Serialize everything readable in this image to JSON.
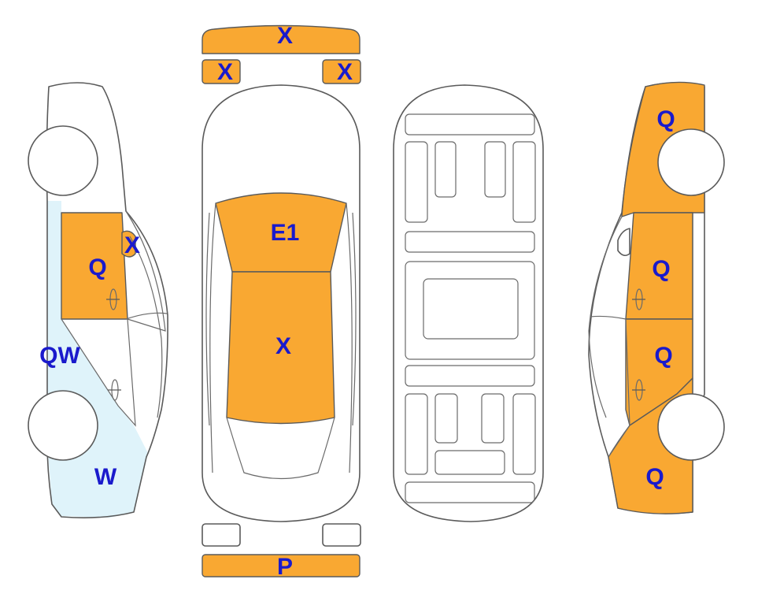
{
  "colors": {
    "damage": "#F9A832",
    "light_damage": "#DFF3FA",
    "label": "#1A1ACC",
    "outline": "#5A5A5A"
  },
  "labels": {
    "front_bumper": "X",
    "front_left_light": "X",
    "front_right_light": "X",
    "hood": "E1",
    "roof": "X",
    "rear_bumper": "P",
    "left_front_door": "Q",
    "left_mirror": "X",
    "left_rear_door": "QW",
    "left_rear_quarter": "W",
    "right_front_fender": "Q",
    "right_front_door": "Q",
    "right_rear_door": "Q",
    "right_rear_quarter": "Q"
  }
}
